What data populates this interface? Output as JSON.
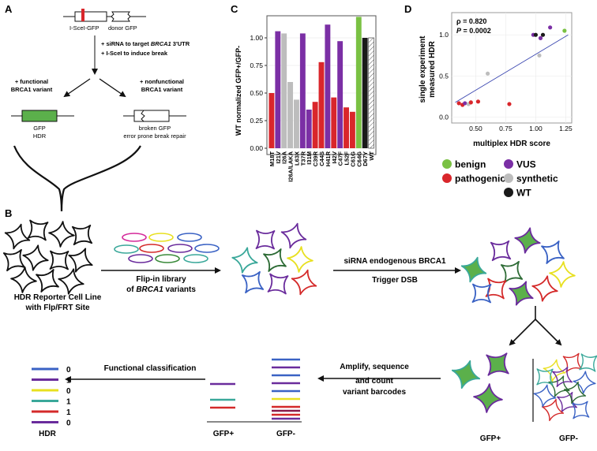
{
  "panel_labels": {
    "a": "A",
    "b": "B",
    "c": "C",
    "d": "D"
  },
  "panel_a": {
    "reporter_label": "I-SceI-GFP",
    "donor_label": "donor GFP",
    "step1_prefix": "+ siRNA to target ",
    "step1_gene": "BRCA1",
    "step1_suffix": " 3'UTR",
    "step2": "+ I-SceI to induce break",
    "func_line1": "+ functional",
    "func_line2": "BRCA1 variant",
    "nonfunc_line1": "+ nonfunctional",
    "nonfunc_line2": "BRCA1 variant",
    "gfp_label": "GFP",
    "hdr_label": "HDR",
    "broken_label": "broken GFP",
    "repair_label": "error prone break repair"
  },
  "panel_b": {
    "cell_line_1": "HDR Reporter Cell Line",
    "cell_line_2": "with Flp/FRT Site",
    "flipin_1": "Flip-in library",
    "flipin_2_prefix": "of ",
    "flipin_2_gene": "BRCA1",
    "flipin_2_suffix": " variants",
    "sirna": "siRNA endogenous BRCA1",
    "trigger": "Trigger DSB",
    "amplify_1": "Amplify, sequence",
    "amplify_2": "and count",
    "amplify_3": "variant barcodes",
    "functional": "Functional classification",
    "gfp_pos": "GFP+",
    "gfp_neg": "GFP-",
    "gfp_pos2": "GFP+",
    "gfp_neg2": "GFP-",
    "hdr": "HDR",
    "hdr_values": [
      "0",
      "1",
      "0",
      "1",
      "1",
      "0"
    ],
    "hdr_colors": [
      "#3a62c4",
      "#6a2c9c",
      "#e8e020",
      "#3aa89a",
      "#d42a2a",
      "#6a2c9c"
    ]
  },
  "colors": {
    "benign": "#7ac143",
    "vus": "#7b2fa5",
    "pathogenic": "#d9262b",
    "synthetic": "#bdbdbd",
    "wt": "#1a1a1a",
    "gfp": "#5bb04b",
    "fit_line": "#3a46b0"
  },
  "chart_data": [
    {
      "type": "bar",
      "ylabel": "WT normalized GFP+/GFP-",
      "ylim": [
        0,
        1.2
      ],
      "yticks": [
        "0.00",
        "0.25",
        "0.50",
        "0.75",
        "1.00"
      ],
      "categories": [
        "M18T",
        "I21V",
        "I26A",
        "I26A/LAKA",
        "L63X",
        "T37R",
        "I31M",
        "C39R",
        "C44S",
        "H41R",
        "I42V",
        "C47F",
        "L52F",
        "C61G",
        "C64G",
        "D67Y",
        "WT"
      ],
      "values": [
        0.5,
        1.06,
        1.04,
        0.6,
        0.44,
        1.04,
        0.35,
        0.42,
        0.78,
        1.12,
        0.46,
        0.97,
        0.37,
        0.33,
        1.19,
        1.0,
        1.0
      ],
      "classes": [
        "pathogenic",
        "vus",
        "synthetic",
        "synthetic",
        "synthetic",
        "vus",
        "vus",
        "pathogenic",
        "pathogenic",
        "vus",
        "pathogenic",
        "vus",
        "pathogenic",
        "pathogenic",
        "benign",
        "wt",
        "wt"
      ]
    },
    {
      "type": "scatter",
      "xlabel": "multiplex HDR score",
      "ylabel_1": "single experiment",
      "ylabel_2": "measured HDR",
      "xticks": [
        "0.50",
        "0.75",
        "1.00",
        "1.25"
      ],
      "yticks": [
        "0.0",
        "0.5",
        "1.0"
      ],
      "rho": "ρ = 0.820",
      "p_label": "P",
      "p_value": " = 0.0002",
      "points": [
        {
          "x": 0.36,
          "y": 0.17,
          "cls": "pathogenic"
        },
        {
          "x": 0.39,
          "y": 0.15,
          "cls": "pathogenic"
        },
        {
          "x": 0.41,
          "y": 0.17,
          "cls": "vus"
        },
        {
          "x": 0.44,
          "y": 0.16,
          "cls": "synthetic"
        },
        {
          "x": 0.46,
          "y": 0.18,
          "cls": "pathogenic"
        },
        {
          "x": 0.52,
          "y": 0.19,
          "cls": "pathogenic"
        },
        {
          "x": 0.6,
          "y": 0.53,
          "cls": "synthetic"
        },
        {
          "x": 0.78,
          "y": 0.16,
          "cls": "pathogenic"
        },
        {
          "x": 0.98,
          "y": 1.0,
          "cls": "vus"
        },
        {
          "x": 1.0,
          "y": 1.0,
          "cls": "wt"
        },
        {
          "x": 1.03,
          "y": 0.75,
          "cls": "synthetic"
        },
        {
          "x": 1.04,
          "y": 0.96,
          "cls": "vus"
        },
        {
          "x": 1.06,
          "y": 1.0,
          "cls": "wt"
        },
        {
          "x": 1.12,
          "y": 1.09,
          "cls": "vus"
        },
        {
          "x": 1.24,
          "y": 1.05,
          "cls": "benign"
        }
      ],
      "fit": {
        "x0": 0.33,
        "y0": 0.18,
        "x1": 1.27,
        "y1": 1.0
      },
      "xlim": [
        0.3,
        1.3
      ],
      "ylim": [
        -0.07,
        1.27
      ],
      "legend": [
        {
          "label": "benign",
          "cls": "benign"
        },
        {
          "label": "VUS",
          "cls": "vus"
        },
        {
          "label": "pathogenic",
          "cls": "pathogenic"
        },
        {
          "label": "synthetic",
          "cls": "synthetic"
        },
        {
          "label": "WT",
          "cls": "wt"
        }
      ]
    }
  ]
}
